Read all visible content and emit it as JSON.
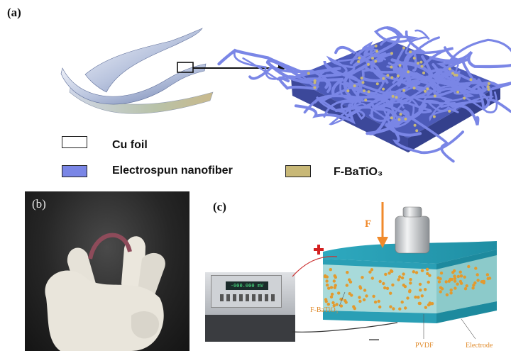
{
  "panels": {
    "a": {
      "label": "(a)"
    },
    "b": {
      "label": "(b)"
    },
    "c": {
      "label": "(c)"
    }
  },
  "legend": [
    {
      "label": "Cu foil",
      "color": "#ffffff"
    },
    {
      "label": "Electrospun  nanofiber",
      "color": "#7a86e6"
    },
    {
      "label": "F-BaTiO₃",
      "color": "#c8b877"
    }
  ],
  "device": {
    "force_label": "F",
    "plus_sign": "+",
    "minus_sign": "—",
    "filler_label": "F-BaTiO₃",
    "matrix_label": "PVDF",
    "electrode_label": "Electrode"
  },
  "meter": {
    "display": "-000.000 mV"
  },
  "colors": {
    "nanofiber": "#7a86e6",
    "particle": "#c8b877",
    "electrode": "#2aa6b8",
    "bulk": "#9fd6d6",
    "arrow": "#f08a2b",
    "plus": "#d42020"
  }
}
